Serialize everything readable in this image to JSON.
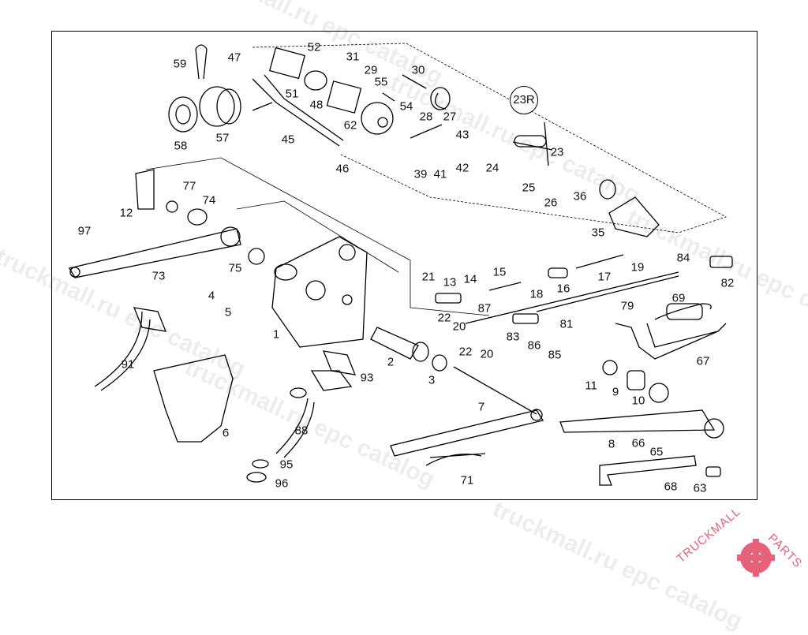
{
  "diagram": {
    "callouts": [
      "59",
      "47",
      "52",
      "31",
      "29",
      "30",
      "55",
      "51",
      "48",
      "54",
      "23R",
      "62",
      "28",
      "27",
      "43",
      "58",
      "57",
      "45",
      "23",
      "46",
      "39",
      "41",
      "42",
      "24",
      "77",
      "74",
      "25",
      "26",
      "36",
      "12",
      "97",
      "35",
      "84",
      "73",
      "75",
      "21",
      "13",
      "14",
      "15",
      "19",
      "17",
      "82",
      "16",
      "18",
      "4",
      "69",
      "79",
      "5",
      "87",
      "22",
      "20",
      "83",
      "81",
      "86",
      "85",
      "1",
      "22",
      "20",
      "2",
      "67",
      "91",
      "93",
      "3",
      "11",
      "9",
      "10",
      "7",
      "6",
      "88",
      "8",
      "66",
      "65",
      "95",
      "71",
      "96",
      "68",
      "63"
    ]
  },
  "watermark": {
    "text": "truckmall.ru epc catalog"
  },
  "logo": {
    "text_a": "TRUCKMALL",
    "text_b": "PARTS",
    "color": "#e5627a"
  }
}
